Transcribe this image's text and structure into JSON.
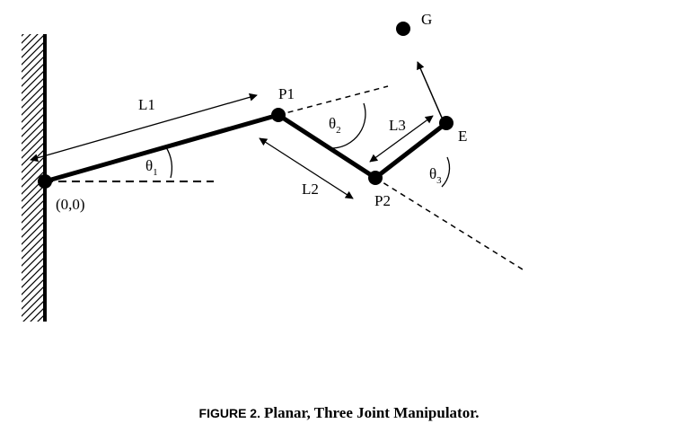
{
  "labels": {
    "origin": "(0,0)",
    "p1": "P1",
    "p2": "P2",
    "end": "E",
    "goal": "G",
    "l1": "L1",
    "l2": "L2",
    "l3": "L3",
    "theta": "θ",
    "theta1_sub": "1",
    "theta2_sub": "2",
    "theta3_sub": "3"
  },
  "caption": {
    "figure": "FIGURE 2.",
    "title": "Planar, Three Joint Manipulator."
  }
}
